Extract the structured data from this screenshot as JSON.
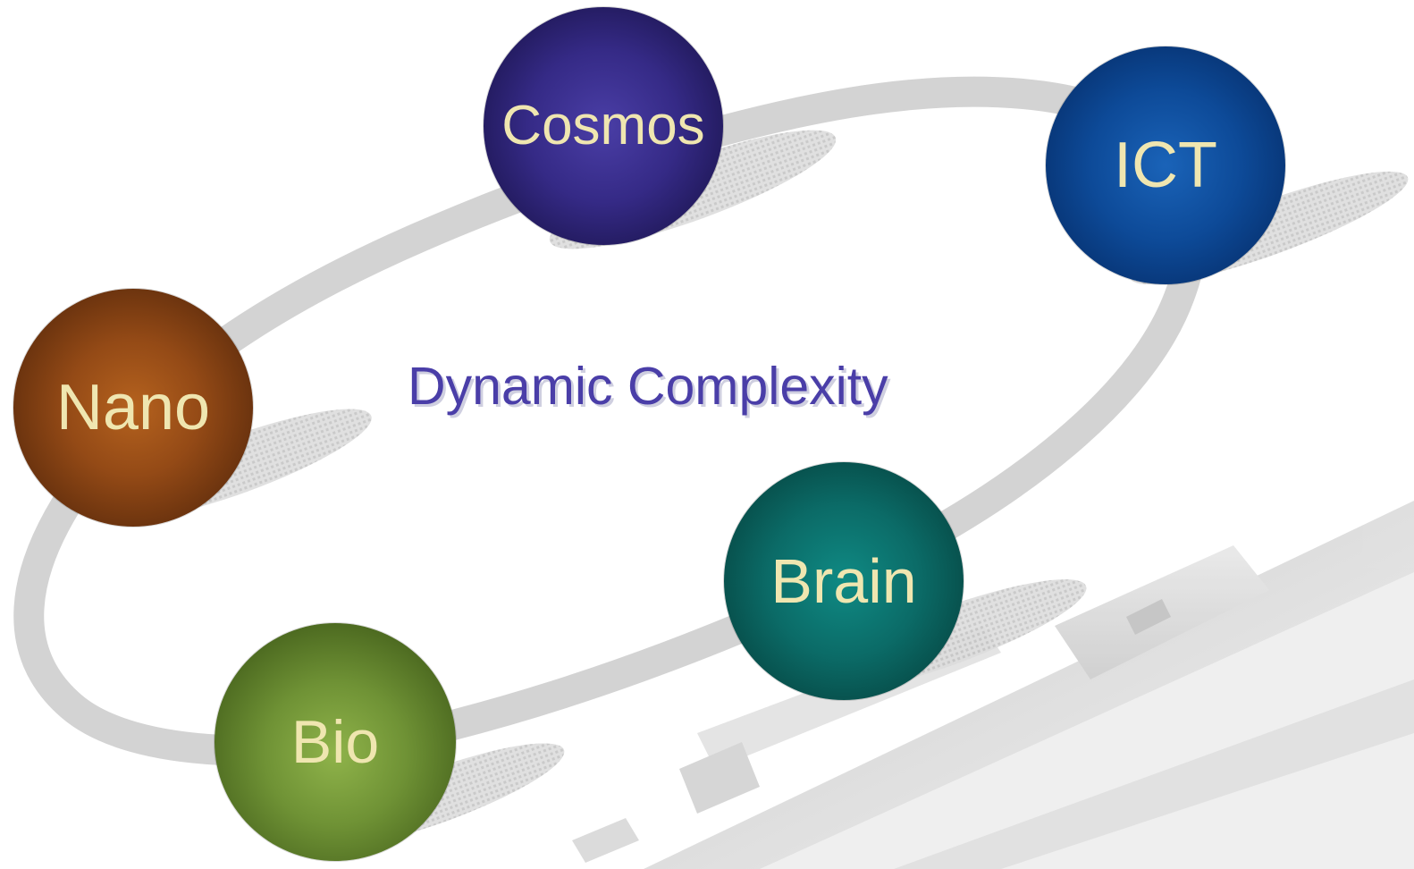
{
  "diagram": {
    "center_label": "Dynamic Complexity",
    "nodes": [
      {
        "id": "cosmos",
        "label": "Cosmos",
        "color": "#352a86"
      },
      {
        "id": "ict",
        "label": "ICT",
        "color": "#0d4a98"
      },
      {
        "id": "nano",
        "label": "Nano",
        "color": "#944a16"
      },
      {
        "id": "brain",
        "label": "Brain",
        "color": "#0b6b67"
      },
      {
        "id": "bio",
        "label": "Bio",
        "color": "#6f9235"
      }
    ],
    "label_color": "#efe6b0",
    "title_color": "#4a3ea8",
    "orbit_color": "#d3d3d3",
    "background_decoration": "pen-watermark"
  }
}
